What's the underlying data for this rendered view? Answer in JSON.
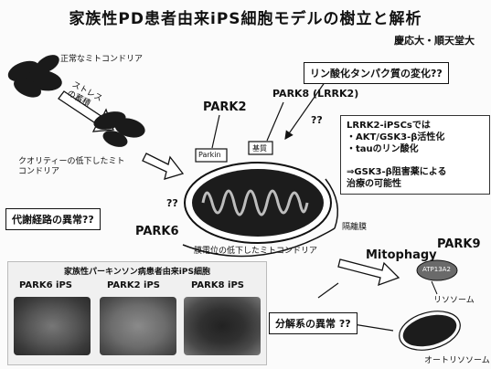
{
  "title": "家族性PD患者由来iPS細胞モデルの樹立と解析",
  "affiliation": "慶応大・順天堂大",
  "labels": {
    "normal_mito": "正常なミトコンドリア",
    "stress": "ストレスの蓄積",
    "quality_low": "クオリティーの低下したミトコンドリア",
    "park2": "PARK2",
    "park8": "PARK8 (LRRK2)",
    "park6": "PARK6",
    "park9": "PARK9",
    "parkin": "Parkin",
    "substrate": "基質",
    "membrane_potential": "膜電位の低下したミトコンドリア",
    "membrane": "隔離膜",
    "mitophagy": "Mitophagy",
    "atp13a2": "ATP13A2",
    "lysosome": "リソソーム",
    "autolysosome": "オートリソソーム",
    "question": "??"
  },
  "boxes": {
    "phospho": "リン酸化タンパク質の変化??",
    "metabolic": "代謝経路の異常??",
    "degradation": "分解系の異常 ??"
  },
  "lrrk2_panel": {
    "line1": "LRRK2-iPSCsでは",
    "line2": "・AKT/GSK3-β活性化",
    "line3": "・tauのリン酸化",
    "line4": "⇒GSK3-β阻害薬による",
    "line5": "治療の可能性"
  },
  "ips_panel": {
    "title": "家族性パーキンソン病患者由来iPS細胞",
    "cells": [
      "PARK6 iPS",
      "PARK2 iPS",
      "PARK8 iPS"
    ]
  }
}
